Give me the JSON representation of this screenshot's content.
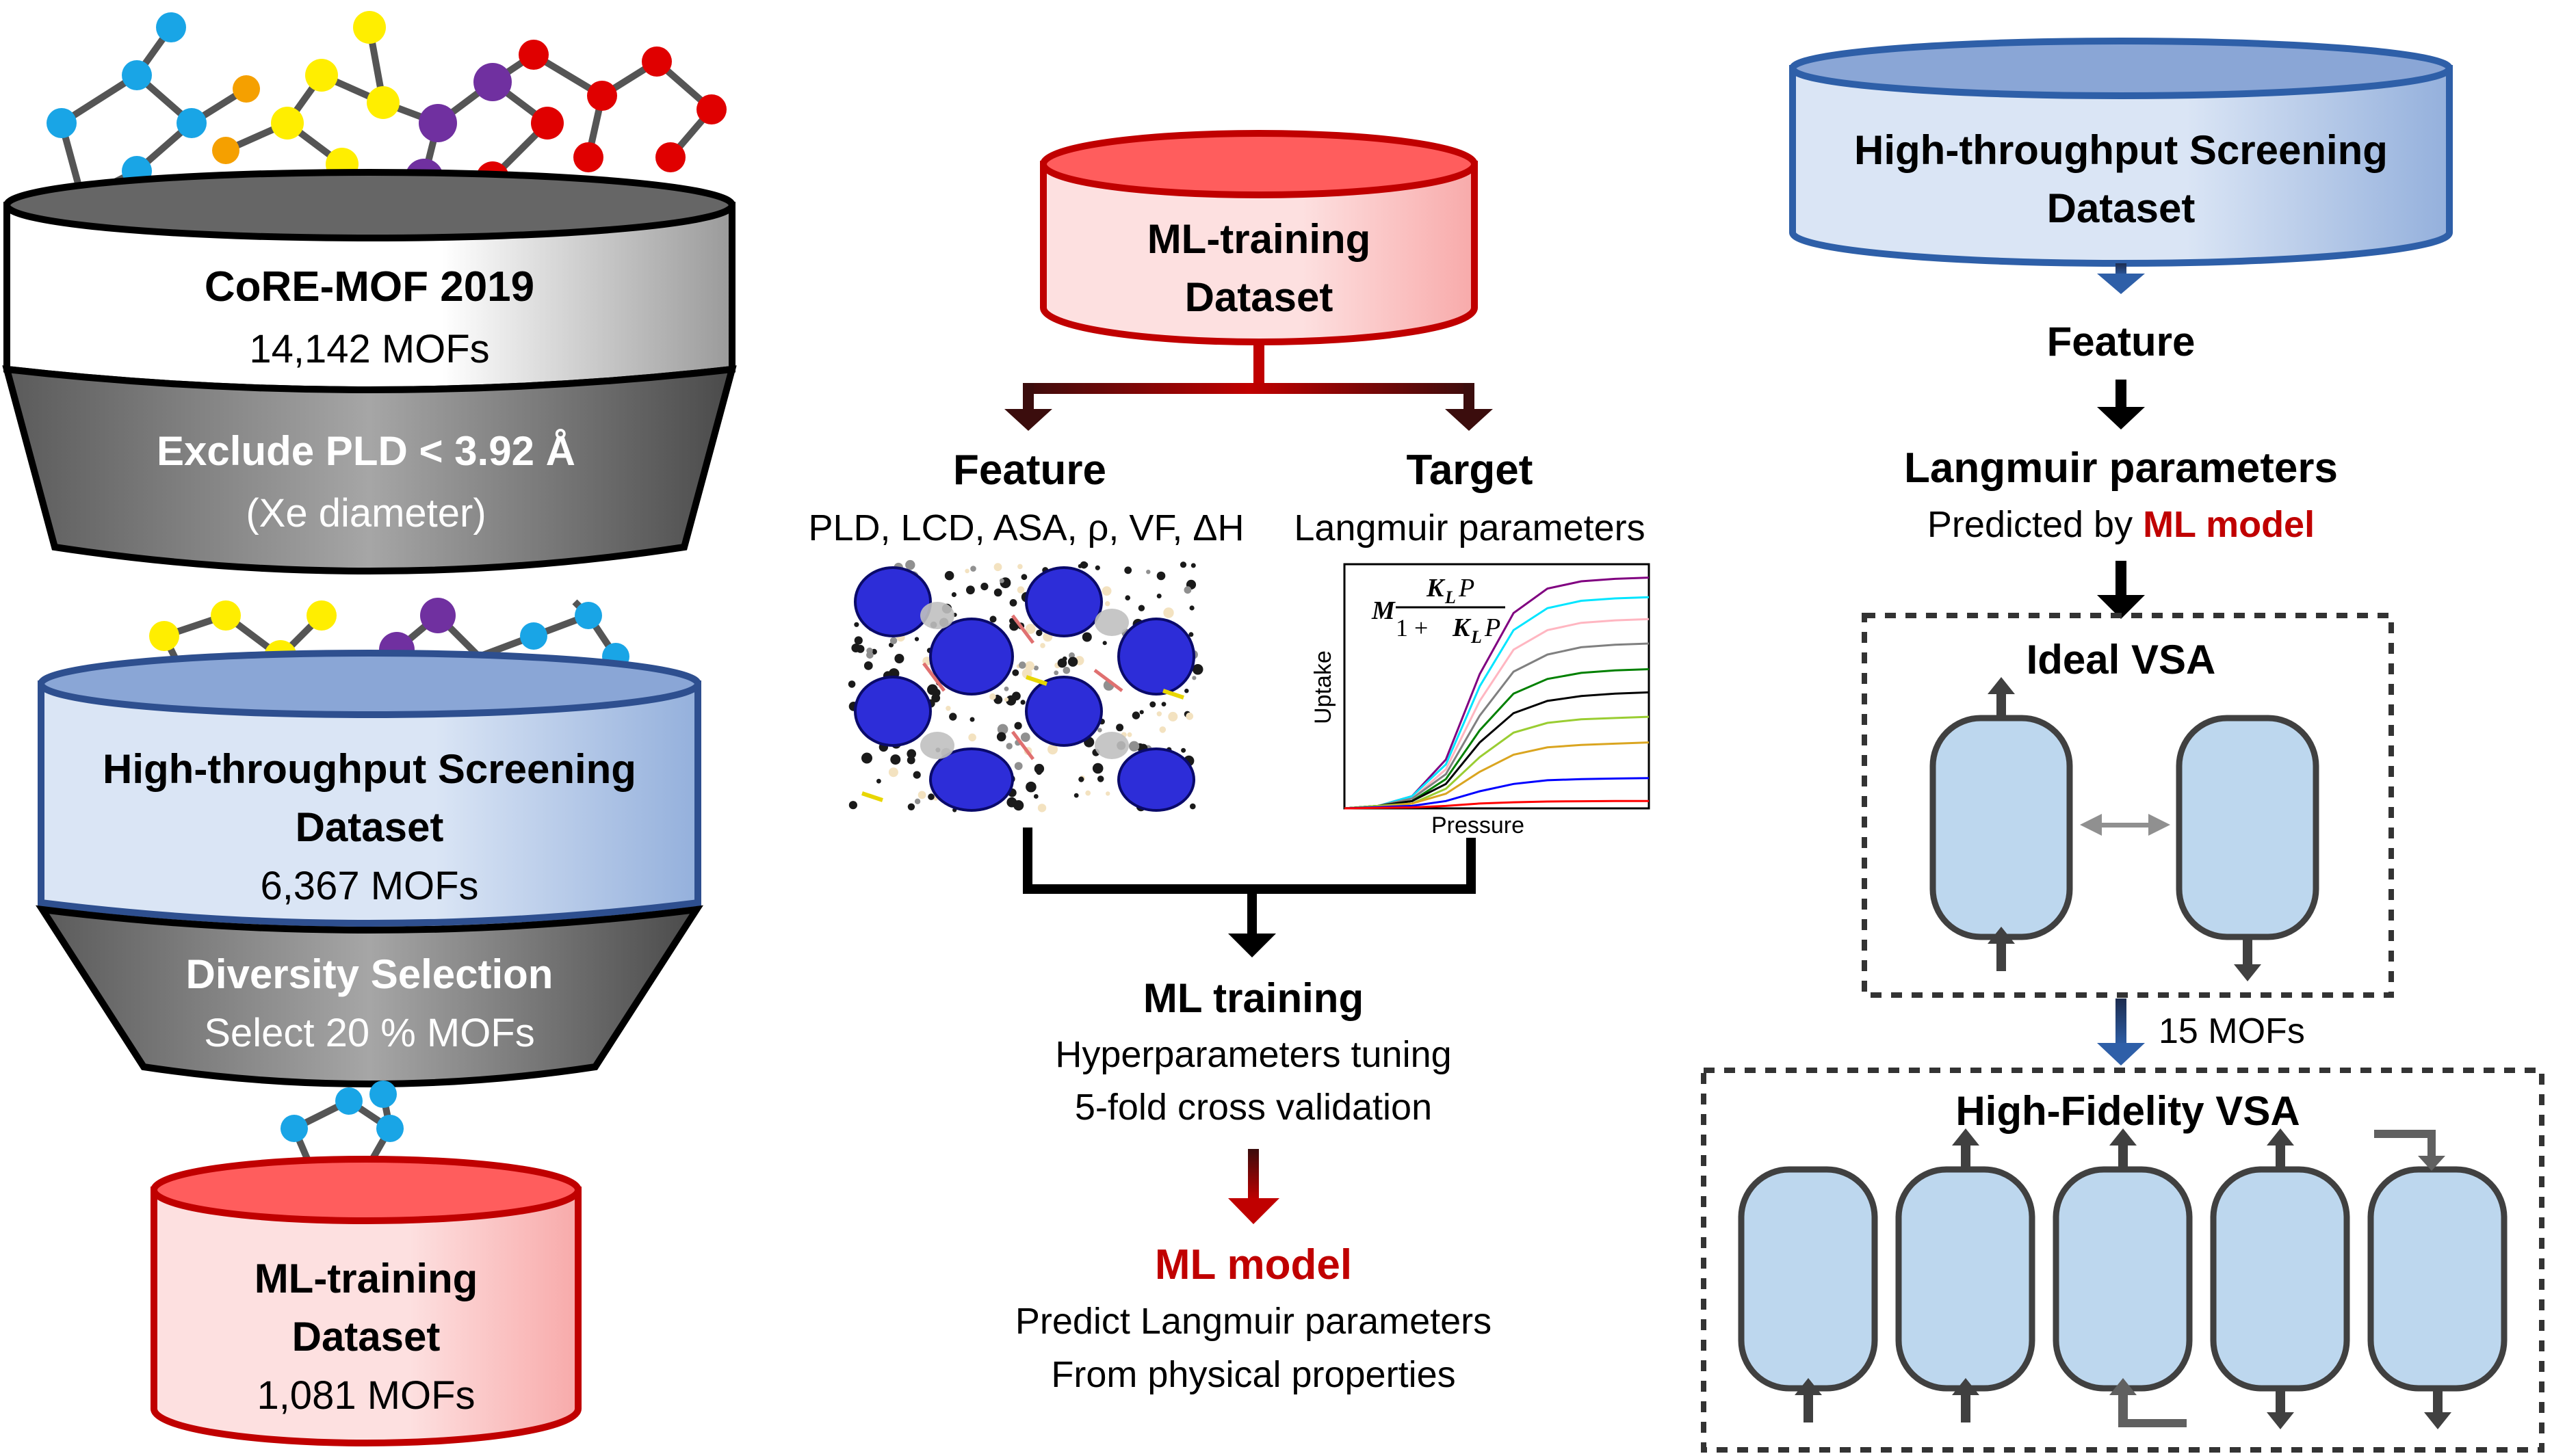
{
  "left": {
    "core_title": "CoRE-MOF 2019",
    "core_count": "14,142 MOFs",
    "exclude_title": "Exclude PLD < 3.92 Å",
    "exclude_note": "(Xe diameter)",
    "hts_title_line1": "High-throughput Screening",
    "hts_title_line2": "Dataset",
    "hts_count": "6,367 MOFs",
    "diversity_title": "Diversity Selection",
    "diversity_note": "Select 20 % MOFs",
    "mlt_title_line1": "ML-training",
    "mlt_title_line2": "Dataset",
    "mlt_count": "1,081 MOFs"
  },
  "middle": {
    "db_line1": "ML-training",
    "db_line2": "Dataset",
    "feature_title": "Feature",
    "feature_list": "PLD, LCD, ASA, ρ, VF, ΔH",
    "target_title": "Target",
    "target_subtitle": "Langmuir parameters",
    "plot_ylabel": "Uptake",
    "plot_xlabel": "Pressure",
    "eq_M": "M",
    "eq_num": "K",
    "eq_sub": "L",
    "eq_P": "P",
    "eq_den_prefix": "1 + ",
    "training_title": "ML training",
    "training_line1": "Hyperparameters tuning",
    "training_line2": "5-fold cross validation",
    "model_title": "ML model",
    "model_line1": "Predict Langmuir parameters",
    "model_line2": "From physical properties"
  },
  "right": {
    "db_line1": "High-throughput Screening",
    "db_line2": "Dataset",
    "feature_title": "Feature",
    "langmuir_title": "Langmuir parameters",
    "predicted_prefix": "Predicted by ",
    "predicted_highlight": "ML model",
    "ideal_title": "Ideal VSA",
    "mofs_label": "15 MOFs",
    "hifi_title": "High-Fidelity VSA"
  },
  "chart_data": {
    "type": "line",
    "xlabel": "Pressure",
    "ylabel": "Uptake",
    "series": [
      {
        "color": "#800080",
        "values": [
          0.0,
          0.01,
          0.05,
          0.2,
          0.55,
          0.8,
          0.9,
          0.93,
          0.94,
          0.945
        ]
      },
      {
        "color": "#00e5ff",
        "values": [
          0.0,
          0.01,
          0.05,
          0.18,
          0.5,
          0.73,
          0.82,
          0.85,
          0.86,
          0.865
        ]
      },
      {
        "color": "#ffb6c1",
        "values": [
          0.0,
          0.01,
          0.04,
          0.16,
          0.44,
          0.65,
          0.73,
          0.76,
          0.77,
          0.775
        ]
      },
      {
        "color": "#808080",
        "values": [
          0.0,
          0.01,
          0.04,
          0.14,
          0.38,
          0.56,
          0.63,
          0.66,
          0.67,
          0.675
        ]
      },
      {
        "color": "#008000",
        "values": [
          0.0,
          0.01,
          0.03,
          0.12,
          0.32,
          0.47,
          0.53,
          0.555,
          0.565,
          0.57
        ]
      },
      {
        "color": "#000000",
        "values": [
          0.0,
          0.01,
          0.03,
          0.1,
          0.27,
          0.39,
          0.44,
          0.46,
          0.47,
          0.475
        ]
      },
      {
        "color": "#9acd32",
        "values": [
          0.0,
          0.01,
          0.02,
          0.08,
          0.21,
          0.31,
          0.35,
          0.365,
          0.37,
          0.375
        ]
      },
      {
        "color": "#daa520",
        "values": [
          0.0,
          0.005,
          0.02,
          0.06,
          0.15,
          0.22,
          0.25,
          0.26,
          0.265,
          0.27
        ]
      },
      {
        "color": "#0000ff",
        "values": [
          0.0,
          0.005,
          0.01,
          0.03,
          0.07,
          0.1,
          0.115,
          0.12,
          0.122,
          0.124
        ]
      },
      {
        "color": "#ff0000",
        "values": [
          0.0,
          0.002,
          0.004,
          0.01,
          0.02,
          0.025,
          0.028,
          0.029,
          0.03,
          0.03
        ]
      }
    ]
  }
}
